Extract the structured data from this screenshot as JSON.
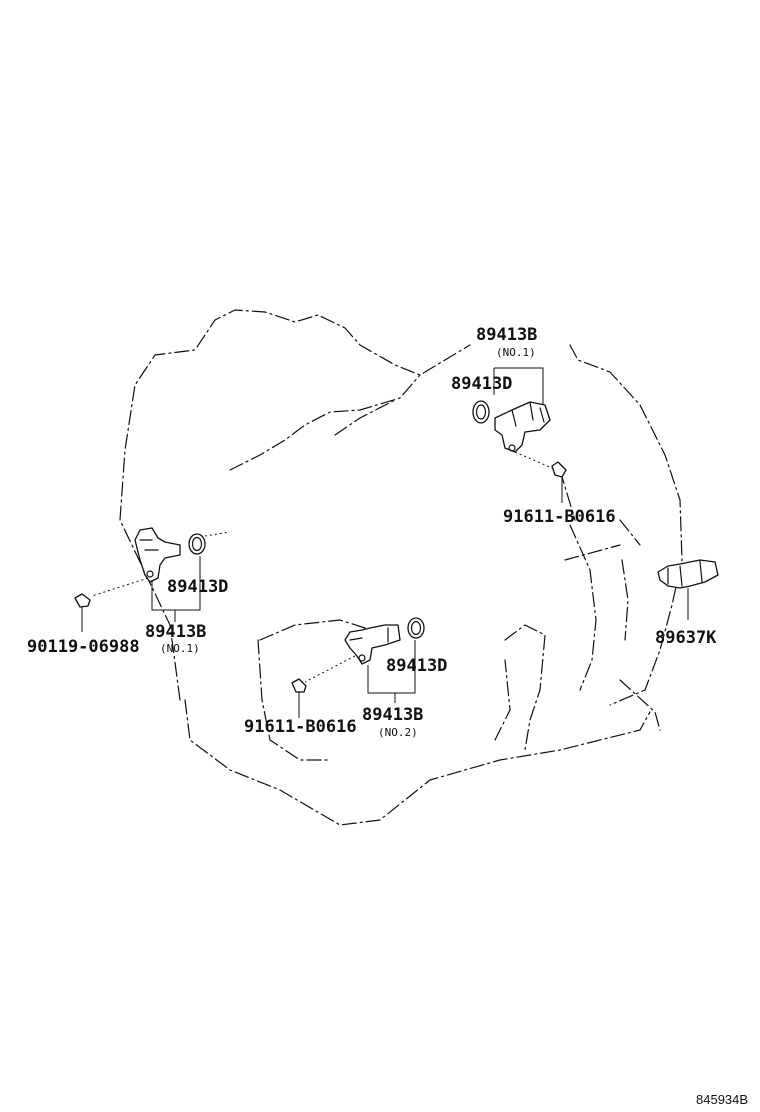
{
  "callouts": {
    "top_sensor_b": "89413B",
    "top_sensor_b_note": "(NO.1)",
    "top_oring_d": "89413D",
    "top_bolt": "91611-B0616",
    "left_oring_d": "89413D",
    "left_sensor_b": "89413B",
    "left_bolt": "90119-06988",
    "left_sensor_b_note": "(NO.1)",
    "right_switch": "89637K",
    "center_oring_d": "89413D",
    "center_bolt": "91611-B0616",
    "center_sensor_b": "89413B",
    "center_sensor_b_note": "(NO.2)"
  },
  "diagram_ref": "845934B"
}
